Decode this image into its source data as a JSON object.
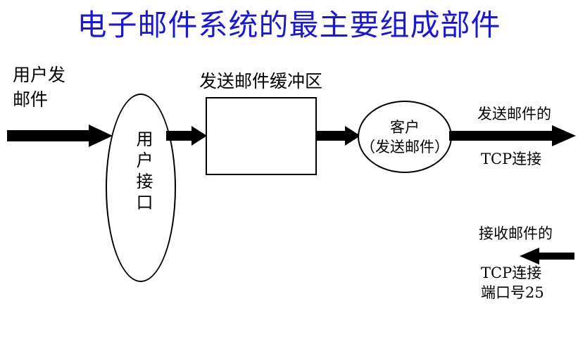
{
  "slide": {
    "title": "电子邮件系统的最主要组成部件",
    "title_color": "#1a1acc",
    "background_color": "#ffffff",
    "stroke_color": "#000000"
  },
  "diagram": {
    "user_send_mail_label_line1": "用户发",
    "user_send_mail_label_line2": "邮件",
    "user_interface_ellipse_label": "用户接口",
    "send_buffer_caption": "发送邮件缓冲区",
    "send_buffer_box_text": "",
    "client_ellipse_line1": "客户",
    "client_ellipse_line2": "（发送邮件）",
    "outgoing_label_top": "发送邮件的",
    "outgoing_label_bottom": "TCP连接",
    "incoming_label_top": "接收邮件的",
    "incoming_label_bottom1": "TCP连接",
    "incoming_label_bottom2": "端口号25"
  },
  "icons": {
    "arrow_right": "right-arrow-icon",
    "arrow_left": "left-arrow-icon"
  }
}
